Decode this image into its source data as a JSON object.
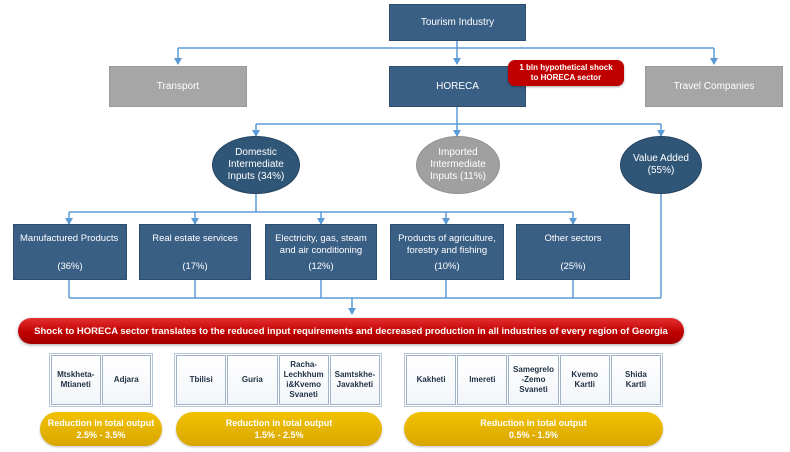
{
  "top": {
    "title": "Tourism Industry"
  },
  "sectors": {
    "transport": "Transport",
    "horeca": "HORECA",
    "travel": "Travel Companies"
  },
  "shock_note": {
    "line1": "1 bln hypothetical shock",
    "line2": "to HORECA sector"
  },
  "inputs": {
    "domestic": {
      "line1": "Domestic",
      "line2": "Intermediate",
      "line3": "Inputs (34%)"
    },
    "imported": {
      "line1": "Imported",
      "line2": "Intermediate",
      "line3": "Inputs (11%)"
    },
    "value_added": {
      "line1": "Value Added",
      "line2": "(55%)"
    }
  },
  "industries": [
    {
      "lines": [
        "Manufactured Products"
      ],
      "pct": "(36%)"
    },
    {
      "lines": [
        "Real estate services"
      ],
      "pct": "(17%)"
    },
    {
      "lines": [
        "Electricity, gas, steam",
        "and air conditioning"
      ],
      "pct": "(12%)"
    },
    {
      "lines": [
        "Products of agriculture,",
        "forestry and fishing"
      ],
      "pct": "(10%)"
    },
    {
      "lines": [
        "Other sectors"
      ],
      "pct": "(25%)"
    }
  ],
  "banner": {
    "text": "Shock to HORECA sector translates to the reduced input requirements and decreased production in all industries of every region of Georgia"
  },
  "regions": {
    "group1": [
      [
        "Mtskheta-",
        "Mtianeti"
      ],
      [
        "Adjara"
      ]
    ],
    "group2": [
      [
        "Tbilisi"
      ],
      [
        "Guria"
      ],
      [
        "Racha-",
        "Lechkhum",
        "i&Kvemo",
        "Svaneti"
      ],
      [
        "Samtskhe-",
        "Javakheti"
      ]
    ],
    "group3": [
      [
        "Kakheti"
      ],
      [
        "Imereti"
      ],
      [
        "Samegrelo",
        "-Zemo",
        "Svaneti"
      ],
      [
        "Kvemo",
        "Kartli"
      ],
      [
        "Shida",
        "Kartli"
      ]
    ]
  },
  "reductions": [
    {
      "label": "Reduction in total output",
      "range": "2.5% - 3.5%"
    },
    {
      "label": "Reduction in total output",
      "range": "1.5% - 2.5%"
    },
    {
      "label": "Reduction in total output",
      "range": "0.5% - 1.5%"
    }
  ],
  "colors": {
    "node": "#3a5f85",
    "grey_node": "#a6a6a6",
    "connector": "#5b9bd5",
    "shock": "#c00000",
    "pill": "#e2b000"
  }
}
